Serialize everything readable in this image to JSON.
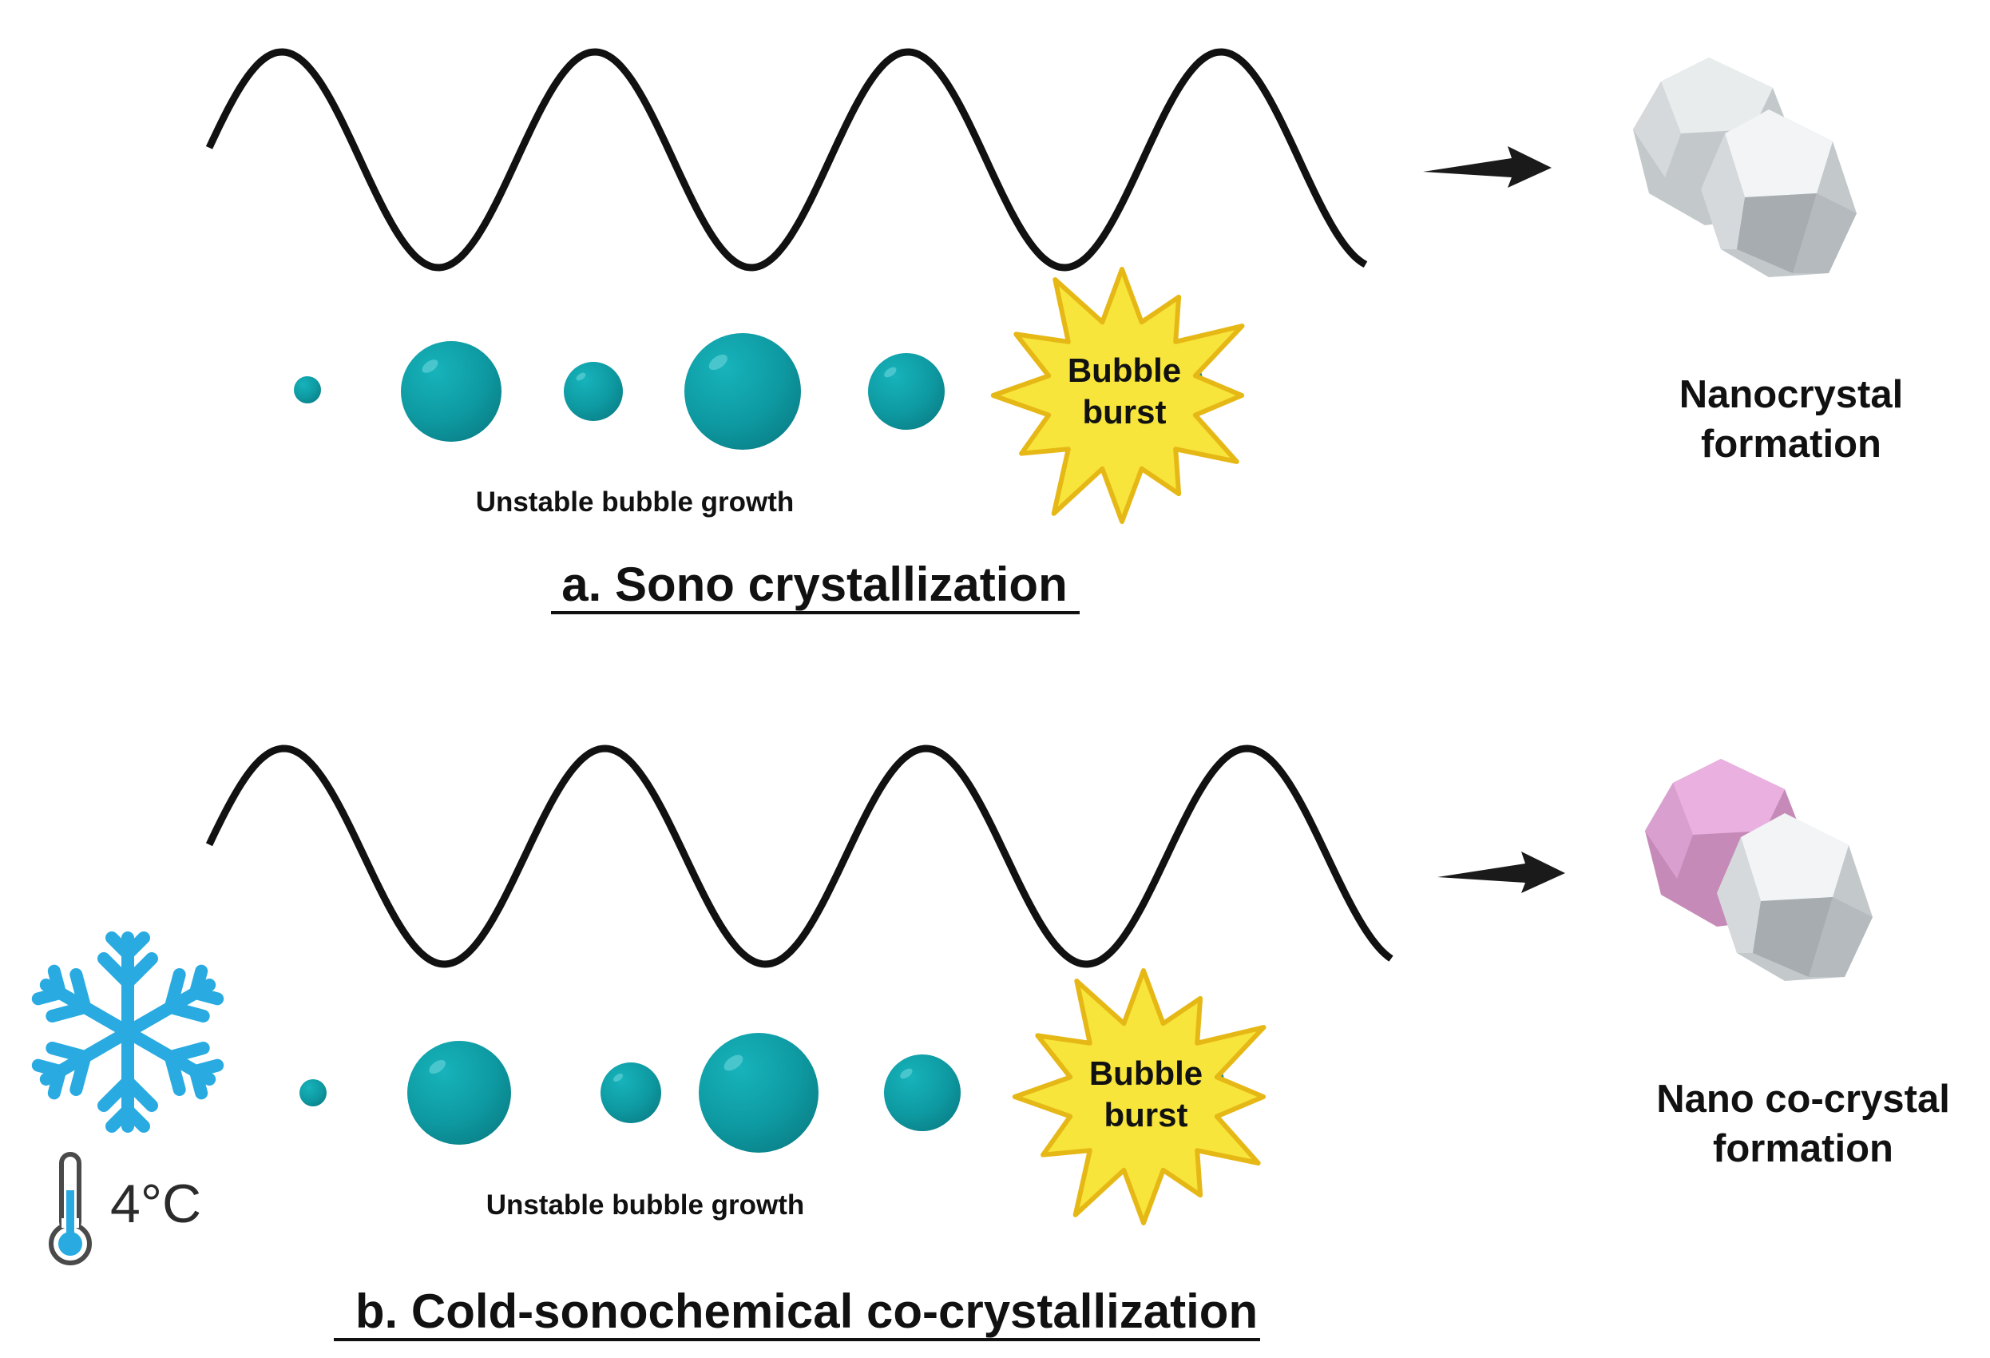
{
  "colors": {
    "wave": "#111111",
    "bubble": "#0e9aa2",
    "bubble_dark": "#0a7f86",
    "burst_fill": "#f7e53b",
    "burst_stroke": "#e6b816",
    "arrow": "#1a1a1a",
    "crystal_white": "#f2f4f5",
    "crystal_grey": "#c3c8cb",
    "crystal_dark": "#a6acaf",
    "crystal_pink": "#eab0e0",
    "crystal_pink_dark": "#c68ab8",
    "snowflake": "#29abe2",
    "thermometer": "#4a4a4a"
  },
  "panel_a": {
    "bubble_label": "Unstable bubble growth",
    "burst_label_line1": "Bubble",
    "burst_label_line2": "burst",
    "result_line1": "Nanocrystal",
    "result_line2": "formation",
    "title": "a. Sono crystallization"
  },
  "panel_b": {
    "bubble_label": "Unstable bubble growth",
    "burst_label_line1": "Bubble",
    "burst_label_line2": "burst",
    "result_line1": "Nano co-crystal",
    "result_line2": "formation",
    "title": "b. Cold-sonochemical co-crystallization",
    "temperature": "4°C"
  },
  "icons": {
    "snowflake": "snowflake-icon",
    "thermometer": "thermometer-icon",
    "arrow": "arrow-right-icon"
  }
}
